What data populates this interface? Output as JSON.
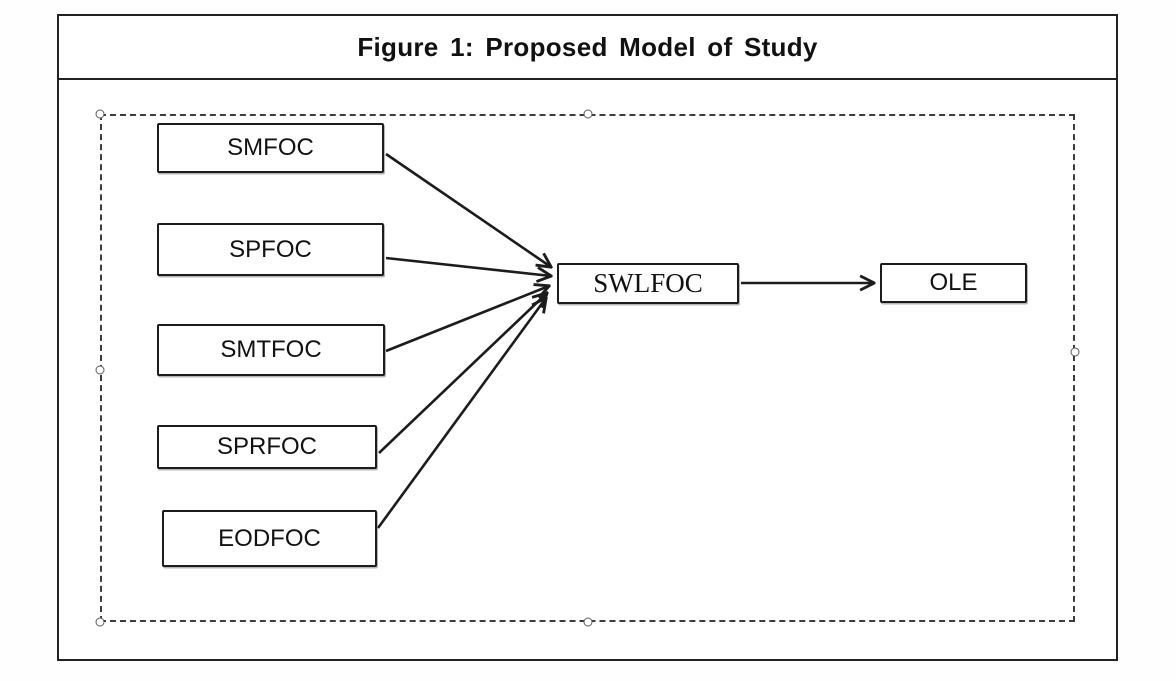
{
  "figure": {
    "title": "Figure 1: Proposed Model of Study"
  },
  "diagram": {
    "nodes": {
      "smfoc": {
        "label": "SMFOC"
      },
      "spfoc": {
        "label": "SPFOC"
      },
      "smtfoc": {
        "label": "SMTFOC"
      },
      "sprfoc": {
        "label": "SPRFOC"
      },
      "eodfoc": {
        "label": "EODFOC"
      },
      "swlfoc": {
        "label": "SWLFOC"
      },
      "ole": {
        "label": "OLE"
      }
    },
    "edges": [
      {
        "from": "SMFOC",
        "to": "SWLFOC"
      },
      {
        "from": "SPFOC",
        "to": "SWLFOC"
      },
      {
        "from": "SMTFOC",
        "to": "SWLFOC"
      },
      {
        "from": "SPRFOC",
        "to": "SWLFOC"
      },
      {
        "from": "EODFOC",
        "to": "SWLFOC"
      },
      {
        "from": "SWLFOC",
        "to": "OLE"
      }
    ],
    "colors": {
      "stroke": "#1c1c1c",
      "background": "#ffffff",
      "selection_border": "#3c3c3c"
    }
  }
}
